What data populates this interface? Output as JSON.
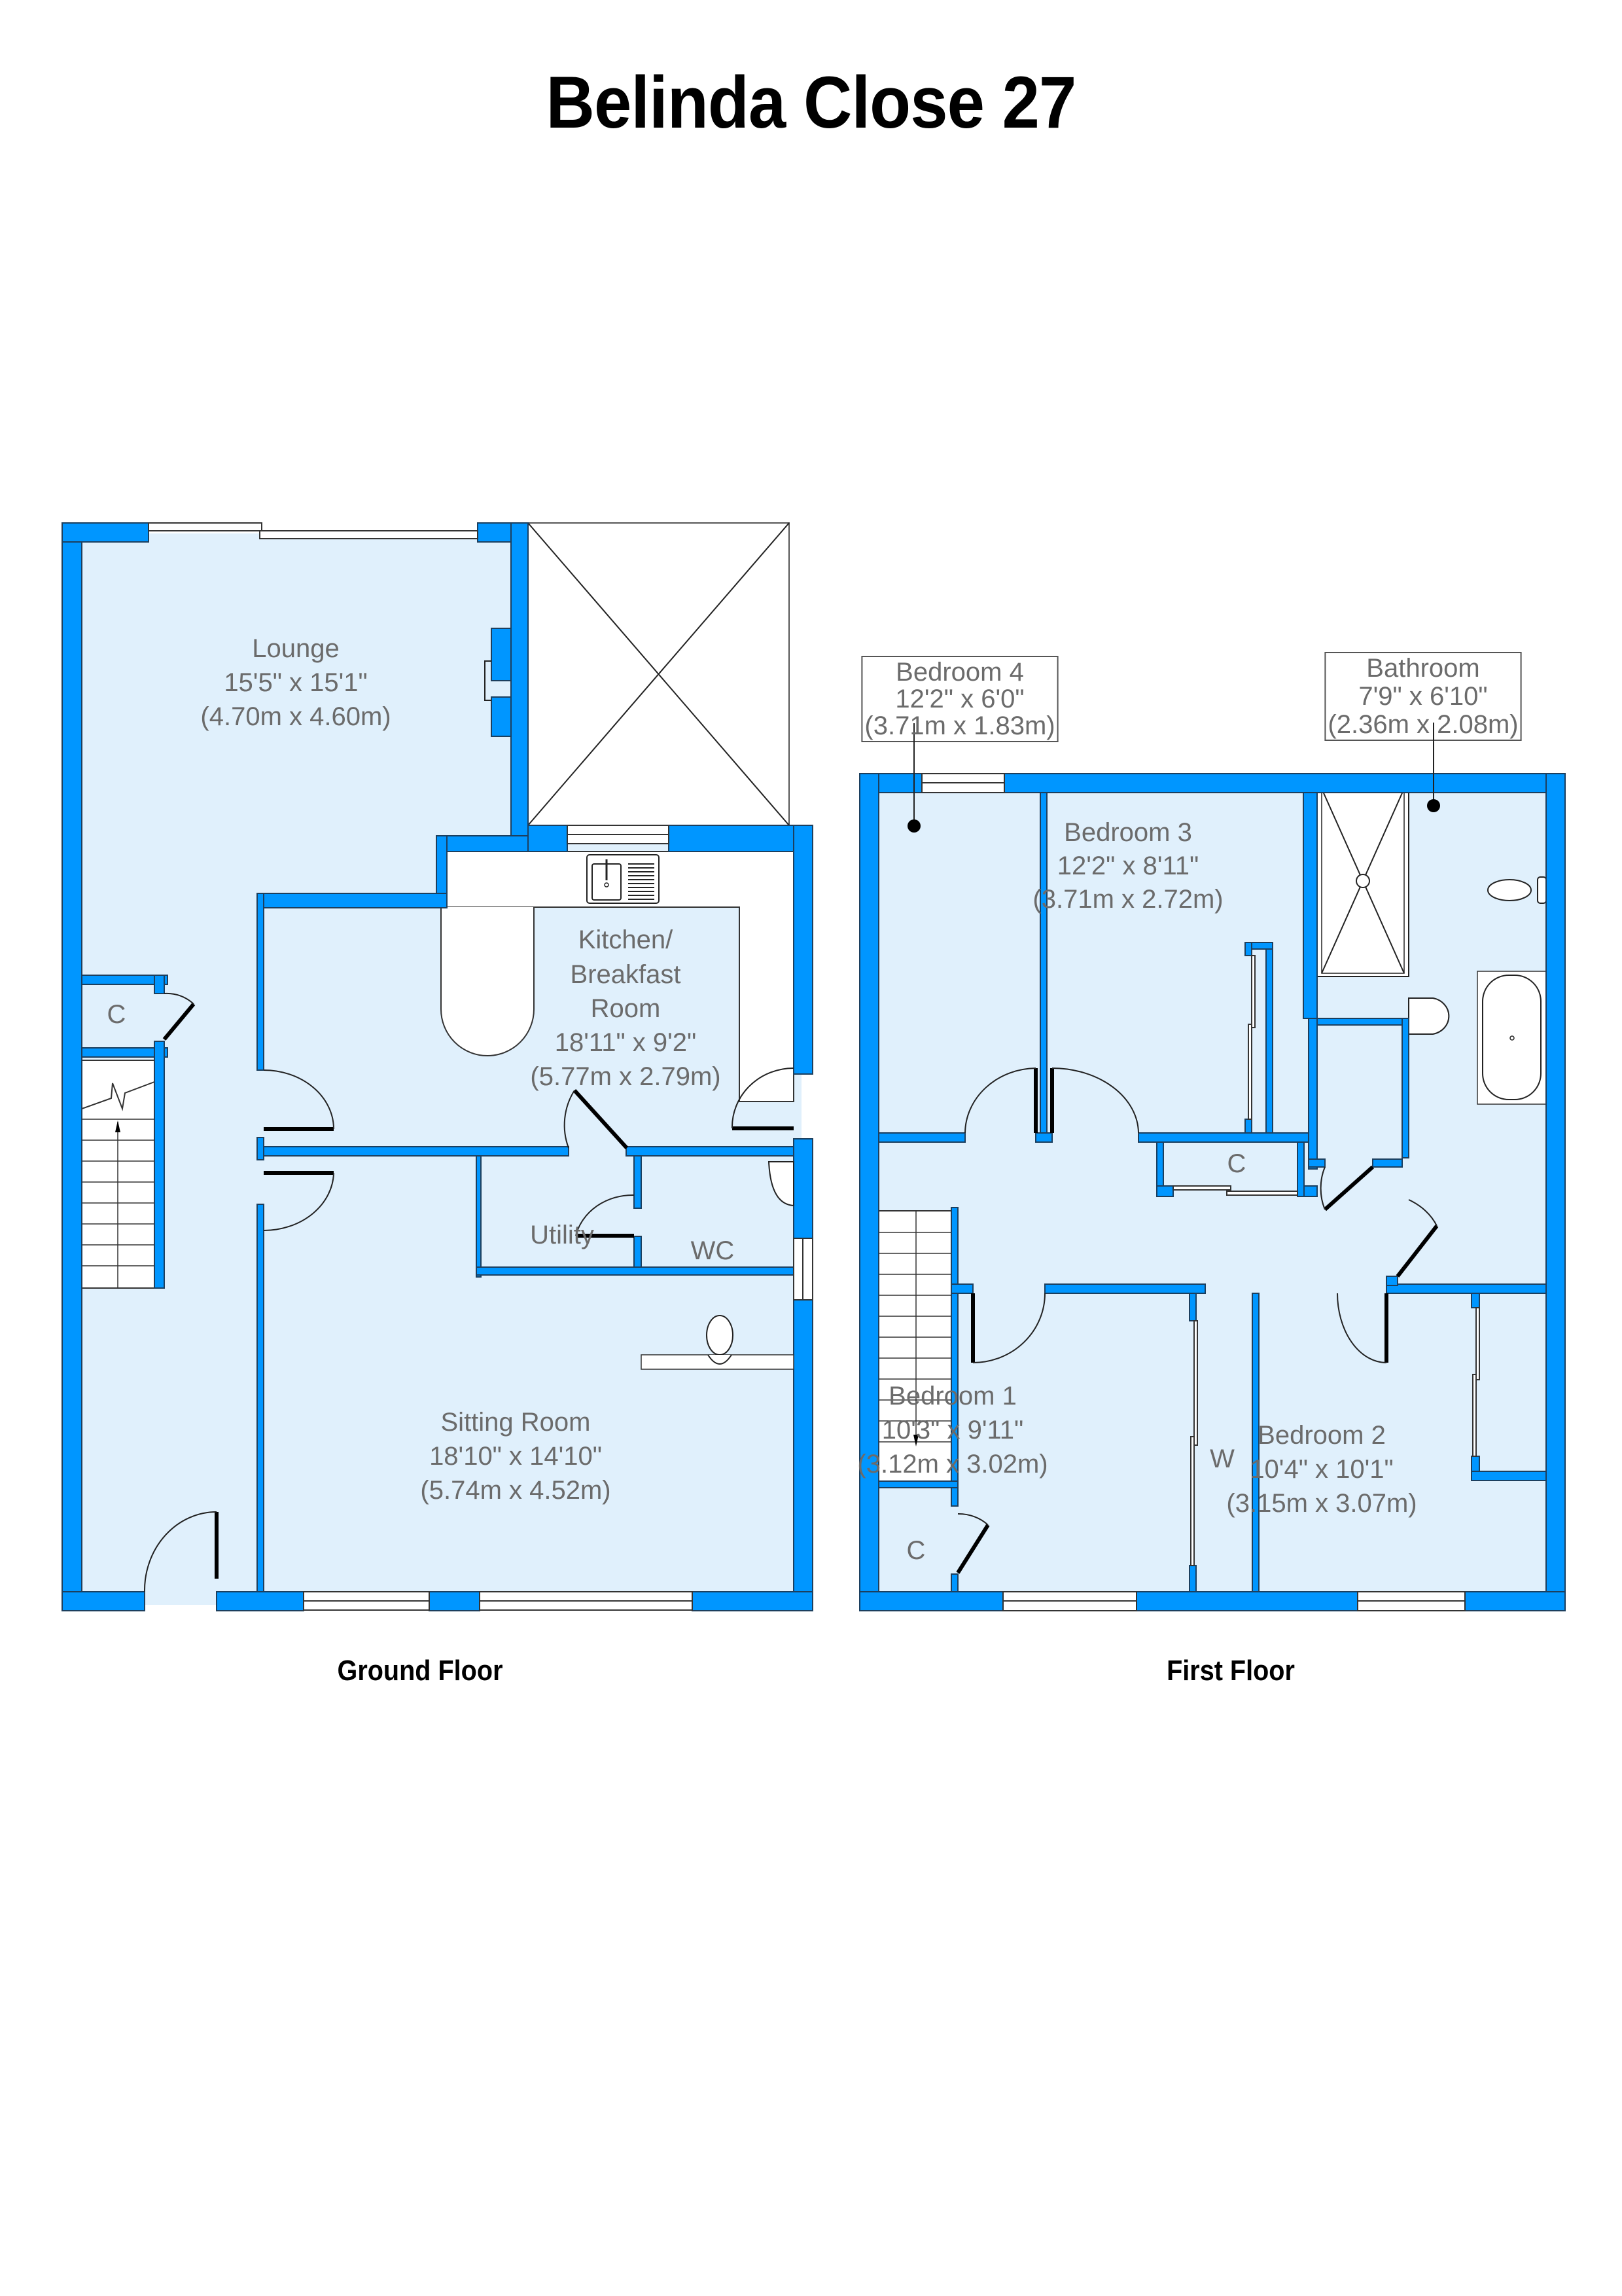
{
  "title": "Belinda Close 27",
  "colors": {
    "wall": "#0096FF",
    "floor": "#E0F0FC",
    "text": "#6b6b6b"
  },
  "floors": {
    "ground": {
      "label": "Ground Floor",
      "rooms": {
        "lounge": {
          "name": "Lounge",
          "imperial": "15'5\" x 15'1\"",
          "metric": "(4.70m x 4.60m)"
        },
        "kitchen": {
          "name_lines": [
            "Kitchen/",
            "Breakfast",
            "Room"
          ],
          "imperial": "18'11\" x 9'2\"",
          "metric": "(5.77m x 2.79m)"
        },
        "sitting": {
          "name": "Sitting Room",
          "imperial": "18'10\" x 14'10\"",
          "metric": "(5.74m x 4.52m)"
        },
        "utility": {
          "name": "Utility"
        },
        "wc": {
          "name": "WC"
        },
        "cupboard": {
          "name": "C"
        }
      }
    },
    "first": {
      "label": "First Floor",
      "rooms": {
        "bedroom1": {
          "name": "Bedroom 1",
          "imperial": "10'3\" x 9'11\"",
          "metric": "(3.12m x 3.02m)"
        },
        "bedroom2": {
          "name": "Bedroom 2",
          "imperial": "10'4\" x 10'1\"",
          "metric": "(3.15m x 3.07m)"
        },
        "bedroom3": {
          "name": "Bedroom 3",
          "imperial": "12'2\" x 8'11\"",
          "metric": "(3.71m x 2.72m)"
        },
        "bedroom4": {
          "name": "Bedroom 4",
          "imperial": "12'2\" x 6'0\"",
          "metric": "(3.71m x 1.83m)"
        },
        "bathroom": {
          "name": "Bathroom",
          "imperial": "7'9\" x 6'10\"",
          "metric": "(2.36m x 2.08m)"
        },
        "cupboard_landing": {
          "name": "C"
        },
        "cupboard_stairs": {
          "name": "C"
        },
        "wardrobe": {
          "name": "W"
        }
      }
    }
  }
}
